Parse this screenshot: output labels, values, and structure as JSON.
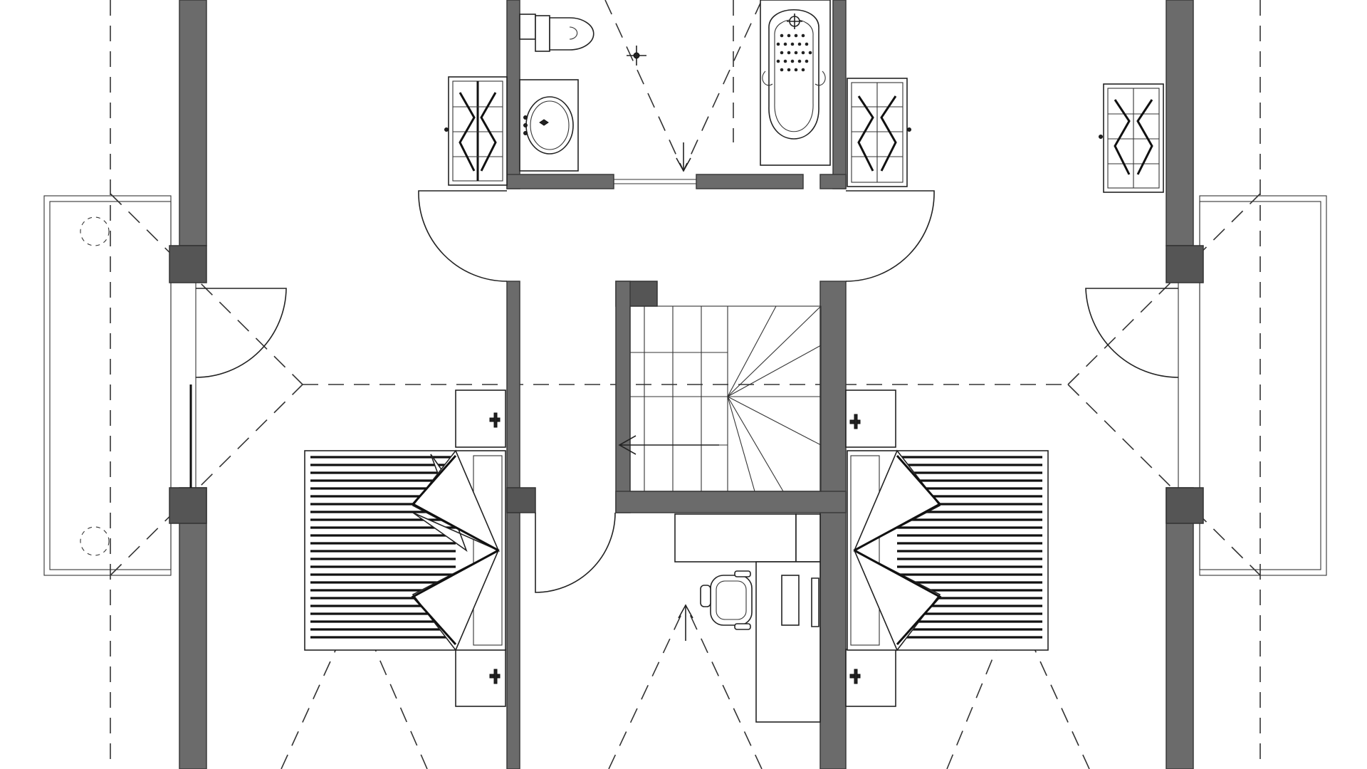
{
  "drawing": {
    "kind": "floor-plan",
    "colors": {
      "background": "#ffffff",
      "wall": "#6b6b6b",
      "line": "#222222"
    },
    "rooms": [
      {
        "name": "left-balcony"
      },
      {
        "name": "left-bedroom"
      },
      {
        "name": "bathroom"
      },
      {
        "name": "hallway"
      },
      {
        "name": "staircase"
      },
      {
        "name": "study"
      },
      {
        "name": "right-bedroom"
      },
      {
        "name": "right-balcony"
      }
    ],
    "fixtures": [
      "toilet",
      "sink",
      "bathtub",
      "wardrobe",
      "wardrobe",
      "wardrobe",
      "double-bed",
      "double-bed",
      "nightstand",
      "nightstand",
      "nightstand",
      "nightstand",
      "desk",
      "office-chair",
      "stairs"
    ]
  }
}
